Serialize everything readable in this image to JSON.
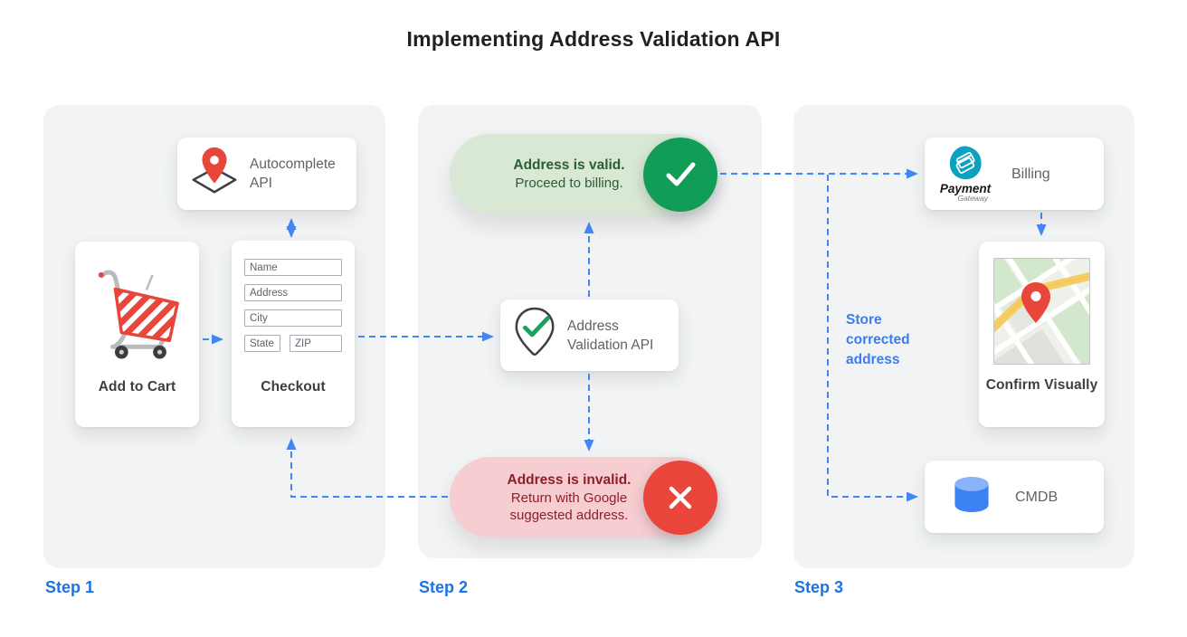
{
  "title": "Implementing Address Validation API",
  "steps": {
    "step1": "Step 1",
    "step2": "Step 2",
    "step3": "Step 3"
  },
  "step1": {
    "autocomplete_api": {
      "label": "Autocomplete API"
    },
    "add_to_cart": {
      "label": "Add to Cart"
    },
    "checkout": {
      "label": "Checkout",
      "fields": [
        "Name",
        "Address",
        "City",
        "State",
        "ZIP"
      ]
    }
  },
  "step2": {
    "validation_api": {
      "label": "Address Validation API"
    },
    "valid_result": {
      "title": "Address is valid.",
      "subtitle": "Proceed to billing."
    },
    "invalid_result": {
      "title": "Address is invalid.",
      "subtitle": "Return with Google suggested address."
    }
  },
  "step3": {
    "billing": {
      "label": "Billing",
      "logo_primary": "Payment",
      "logo_secondary": "Gateway"
    },
    "confirm_visually": {
      "label": "Confirm Visually"
    },
    "cmdb": {
      "label": "CMDB"
    },
    "note": "Store corrected address"
  },
  "colors": {
    "panel_bg": "#f1f3f4",
    "arrow_blue": "#4285f4",
    "step_label_blue": "#1a73e8",
    "success_green": "#119d58",
    "error_red": "#e9453a",
    "valid_pill_bg": "#d8e8d5",
    "invalid_pill_bg": "#f6ced1",
    "valid_text": "#2b5c33",
    "invalid_text": "#8e1f28",
    "pin_red": "#e8453b",
    "gateway_teal": "#0aa2c0",
    "db_blue": "#3d82f2"
  }
}
